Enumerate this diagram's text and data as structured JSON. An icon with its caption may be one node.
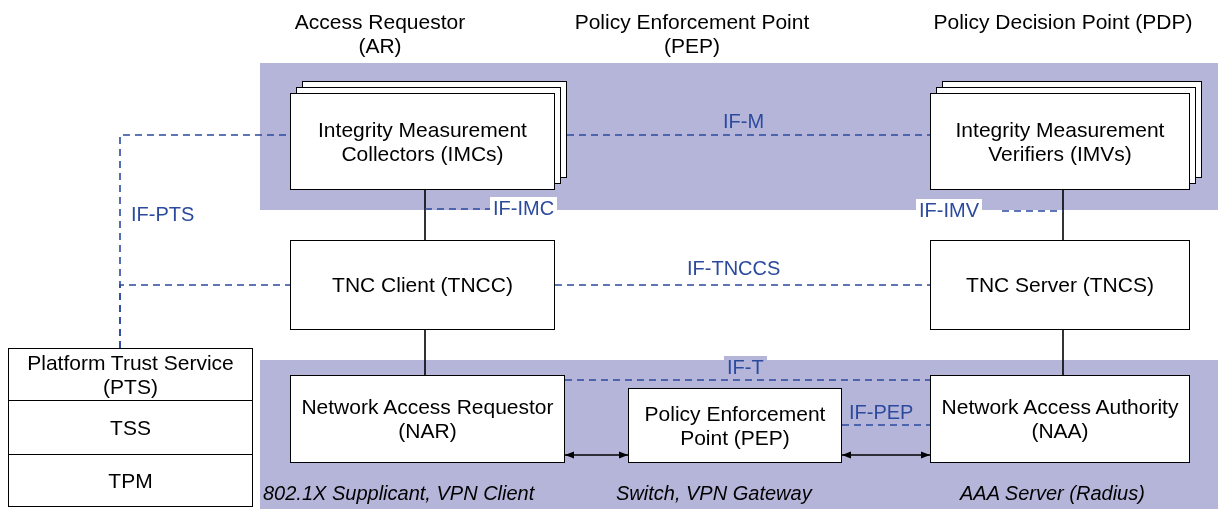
{
  "diagram": {
    "nodes": [
      {
        "text": [
          "Integrity Measurement Collectors (IMCs)"
        ]
      },
      {
        "text": [
          "Integrity Measurement Verifiers (IMVs)"
        ]
      },
      {
        "text": [
          "TNC Client (TNCC)"
        ]
      },
      {
        "text": [
          "TNC Server (TNCS)"
        ]
      },
      {
        "text": [
          "Platform Trust Service (PTS)"
        ]
      },
      {
        "text": [
          "TSS"
        ]
      },
      {
        "text": [
          "TPM"
        ]
      },
      {
        "text": [
          "Network Access Requestor (NAR)"
        ]
      },
      {
        "text": [
          "Policy Enforcement Point (PEP)"
        ]
      },
      {
        "text": [
          "Network Access Authority (NAA)"
        ]
      }
    ],
    "edges": [
      {
        "from": 0,
        "to": 1,
        "arrow": "none",
        "label": "IF-M",
        "style": "dashed",
        "color": "#2b4a9e"
      },
      {
        "from": 0,
        "to": 2,
        "arrow": "none",
        "label": "IF-IMC",
        "color": "#000000"
      },
      {
        "from": 1,
        "to": 3,
        "arrow": "none",
        "label": "IF-IMV",
        "color": "#000000"
      },
      {
        "from": 2,
        "to": 3,
        "arrow": "none",
        "label": "IF-TNCCS",
        "style": "dashed",
        "color": "#2b4a9e"
      },
      {
        "from": 2,
        "to": 7,
        "arrow": "none",
        "color": "#000000"
      },
      {
        "from": 3,
        "to": 9,
        "arrow": "none",
        "color": "#000000"
      },
      {
        "from": 7,
        "to": 9,
        "arrow": "none",
        "label": "IF-T",
        "style": "dashed",
        "color": "#2b4a9e"
      },
      {
        "from": 8,
        "to": 9,
        "arrow": "none",
        "label": "IF-PEP",
        "style": "dashed",
        "color": "#2b4a9e"
      },
      {
        "from": 7,
        "to": 8,
        "arrow": "both",
        "color": "#000000"
      },
      {
        "from": 8,
        "to": 9,
        "arrow": "both",
        "color": "#000000"
      },
      {
        "from": 4,
        "to": 0,
        "arrow": "none",
        "label": "IF-PTS",
        "style": "dashed",
        "color": "#2b4a9e"
      },
      {
        "from": 4,
        "to": 2,
        "arrow": "none",
        "style": "dashed",
        "color": "#2b4a9e"
      }
    ],
    "labels": [
      "Access Requestor (AR)",
      "Policy Enforcement Point (PEP)",
      "Policy Decision Point (PDP)",
      "802.1X Supplicant, VPN Client",
      "Switch, VPN Gateway",
      "AAA Server (Radius)"
    ]
  }
}
